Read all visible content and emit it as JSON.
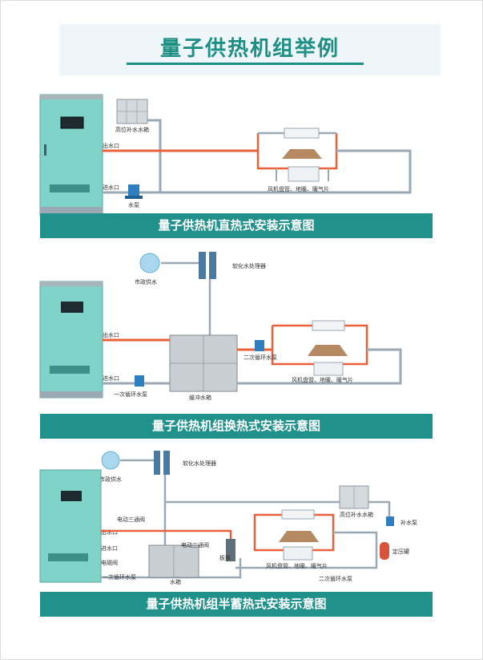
{
  "title": "量子供热机组举例",
  "sections": [
    {
      "caption": "量子供热机直热式安装示意图",
      "labels": {
        "tank_high": "高位补水水箱",
        "outlet": "出水口",
        "inlet": "进水口",
        "pump": "水泵",
        "terminal": "风机盘管、地暖、暖气片"
      }
    },
    {
      "caption": "量子供热机组换热式安装示意图",
      "labels": {
        "municipal": "市政供水",
        "softener": "软化水处理器",
        "outlet": "出水口",
        "inlet": "进水口",
        "pump1": "一次循环水泵",
        "buffer": "缓冲水箱",
        "pump2": "二次循环水泵",
        "terminal": "风机盘管、地暖、暖气片"
      }
    },
    {
      "caption": "量子供热机组半蓄热式安装示意图",
      "labels": {
        "municipal": "市政供水",
        "softener": "软化水处理器",
        "valve3a": "电动三通阀",
        "outlet": "出水口",
        "inlet": "进水口",
        "solenoid": "电磁阀",
        "valve3b": "电动三通阀",
        "pump1": "一次循环水泵",
        "tank": "水箱",
        "plate": "板换",
        "terminal": "风机盘管、地暖、暖气片",
        "pump2": "二次循环水泵",
        "tank_high": "高位补水水箱",
        "makeup_pump": "补水泵",
        "pressure_tank": "定压罐"
      }
    }
  ],
  "colors": {
    "accent": "#21918b",
    "hot_pipe": "#e8603c",
    "cold_pipe": "#9aa9b3",
    "pipe_fill": "#c5d2da",
    "valve_blue": "#2f7fc0",
    "unit_body": "#7fd3c8"
  }
}
